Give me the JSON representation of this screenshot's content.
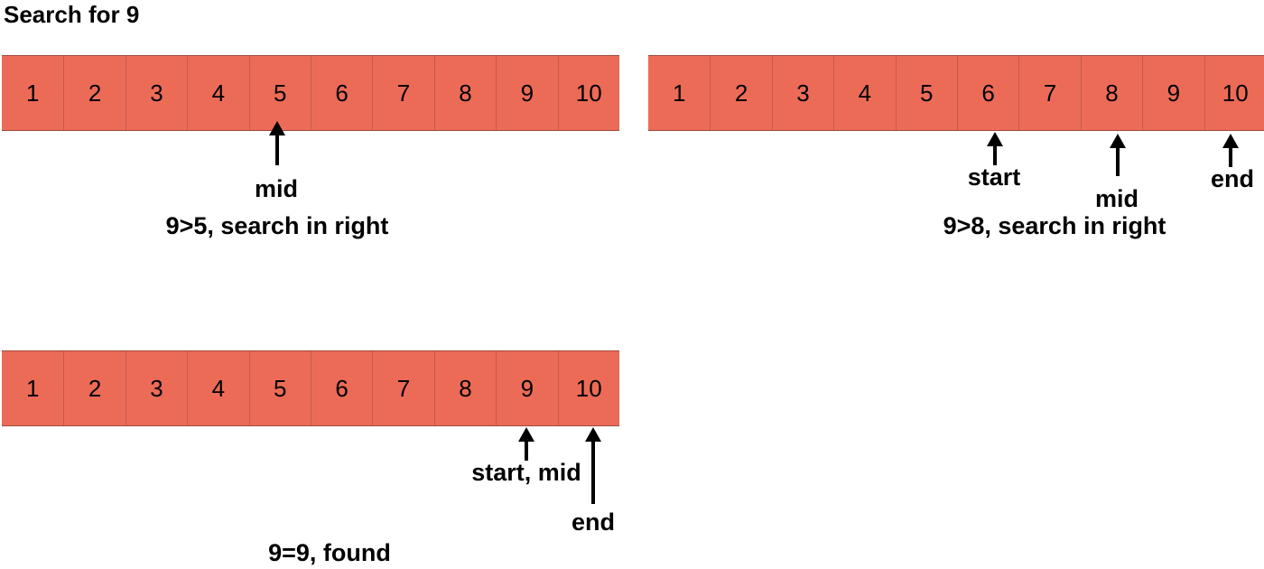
{
  "title": "Search for 9",
  "colors": {
    "cell": "#ec6b57"
  },
  "panels": [
    {
      "cells": [
        "1",
        "2",
        "3",
        "4",
        "5",
        "6",
        "7",
        "8",
        "9",
        "10"
      ],
      "pointers": {
        "mid": "mid"
      },
      "caption": "9>5, search in right"
    },
    {
      "cells": [
        "1",
        "2",
        "3",
        "4",
        "5",
        "6",
        "7",
        "8",
        "9",
        "10"
      ],
      "pointers": {
        "start": "start",
        "mid": "mid",
        "end": "end"
      },
      "caption": "9>8, search in right"
    },
    {
      "cells": [
        "1",
        "2",
        "3",
        "4",
        "5",
        "6",
        "7",
        "8",
        "9",
        "10"
      ],
      "pointers": {
        "start_mid": "start, mid",
        "end": "end"
      },
      "caption": "9=9, found"
    }
  ]
}
